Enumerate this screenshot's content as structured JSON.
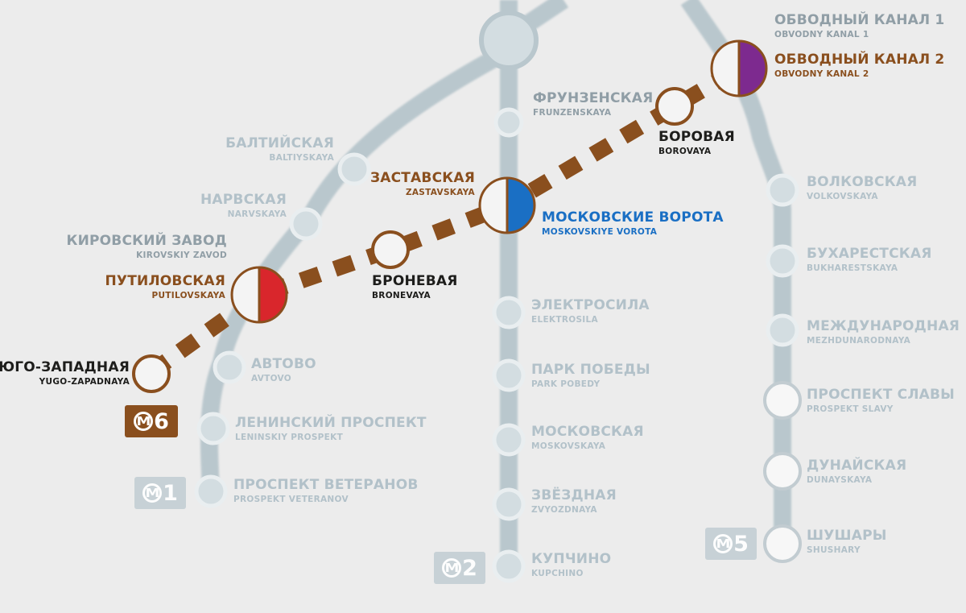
{
  "colors": {
    "background": "#ececec",
    "line_faded": "#b9c7cd",
    "station_faded": "#d3dde1",
    "line6": "#8a4f1e",
    "line1": "#d9262c",
    "line2": "#1a6fc4",
    "line5": "#7d2a8f"
  },
  "badges": {
    "line6": "6",
    "line1": "1",
    "line2": "2",
    "line5": "5"
  },
  "badge_icon": "metro-m-icon",
  "stations": {
    "obvodny1": {
      "ru": "ОБВОДНЫЙ КАНАЛ 1",
      "en": "OBVODNY KANAL 1"
    },
    "obvodny2": {
      "ru": "ОБВОДНЫЙ КАНАЛ 2",
      "en": "OBVODNY KANAL 2"
    },
    "frunzenskaya": {
      "ru": "ФРУНЗЕНСКАЯ",
      "en": "FRUNZENSKAYA"
    },
    "borovaya": {
      "ru": "БОРОВАЯ",
      "en": "BOROVAYA"
    },
    "baltiyskaya": {
      "ru": "БАЛТИЙСКАЯ",
      "en": "BALTIYSKAYA"
    },
    "zastavskaya": {
      "ru": "ЗАСТАВСКАЯ",
      "en": "ZASTAVSKAYA"
    },
    "narvskaya": {
      "ru": "НАРВСКАЯ",
      "en": "NARVSKAYA"
    },
    "moskovskie_vorota": {
      "ru": "МОСКОВСКИЕ ВОРОТА",
      "en": "MOSKOVSKIYE VOROTA"
    },
    "volkovskaya": {
      "ru": "ВОЛКОВСКАЯ",
      "en": "VOLKOVSKAYA"
    },
    "kirovsky_zavod": {
      "ru": "КИРОВСКИЙ ЗАВОД",
      "en": "KIROVSKIY ZAVOD"
    },
    "putilovskaya": {
      "ru": "ПУТИЛОВСКАЯ",
      "en": "PUTILOVSKAYA"
    },
    "bronevaya": {
      "ru": "БРОНЕВАЯ",
      "en": "BRONEVAYA"
    },
    "buharestskaya": {
      "ru": "БУХАРЕСТСКАЯ",
      "en": "BUKHARESTSKAYA"
    },
    "elektrosila": {
      "ru": "ЭЛЕКТРОСИЛА",
      "en": "ELEKTROSILA"
    },
    "mezhdunarodnaya": {
      "ru": "МЕЖДУНАРОДНАЯ",
      "en": "MEZHDUNARODNAYA"
    },
    "yugo_zapadnaya": {
      "ru": "ЮГО-ЗАПАДНАЯ",
      "en": "YUGO-ZAPADNAYA"
    },
    "avtovo": {
      "ru": "АВТОВО",
      "en": "AVTOVO"
    },
    "park_pobedy": {
      "ru": "ПАРК ПОБЕДЫ",
      "en": "PARK POBEDY"
    },
    "prospekt_slavy": {
      "ru": "ПРОСПЕКТ СЛАВЫ",
      "en": "PROSPEKT SLAVY"
    },
    "leninsky": {
      "ru": "ЛЕНИНСКИЙ ПРОСПЕКТ",
      "en": "LENINSKIY PROSPEKT"
    },
    "moskovskaya": {
      "ru": "МОСКОВСКАЯ",
      "en": "MOSKOVSKAYA"
    },
    "dunayskaya": {
      "ru": "ДУНАЙСКАЯ",
      "en": "DUNAYSKAYA"
    },
    "prospekt_veteranov": {
      "ru": "ПРОСПЕКТ ВЕТЕРАНОВ",
      "en": "PROSPEKT VETERANOV"
    },
    "zvezdnaya": {
      "ru": "ЗВЁЗДНАЯ",
      "en": "ZVYOZDNAYA"
    },
    "kupchino": {
      "ru": "КУПЧИНО",
      "en": "KUPCHINO"
    },
    "shushary": {
      "ru": "ШУШАРЫ",
      "en": "SHUSHARY"
    }
  }
}
